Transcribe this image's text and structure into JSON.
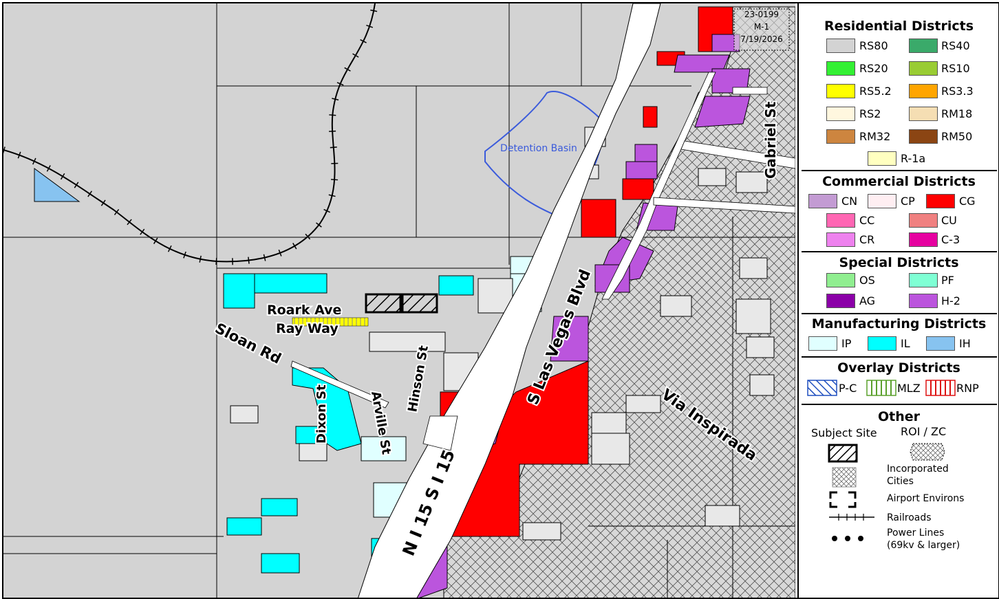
{
  "header": {
    "partial_title": "... y ... ... ... ... g ... y"
  },
  "zones": {
    "RS80": "#d3d3d3",
    "RS40": "#3aaa6a",
    "RS20": "#33f033",
    "RS10": "#99cc33",
    "RS5.2": "#ffff00",
    "RS3.3": "#ffa500",
    "RS2": "#fff7df",
    "RM18": "#f5deb3",
    "RM32": "#cd853f",
    "RM50": "#8b4513",
    "R-1a": "#ffffc0",
    "CN": "#c39bd3",
    "CP": "#ffeef2",
    "CG": "#ff0000",
    "CC": "#ff66b3",
    "CU": "#f08080",
    "CR": "#ee82ee",
    "C-3": "#e600a0",
    "OS": "#90ee90",
    "PF": "#7fffd4",
    "AG": "#8b00a8",
    "H-2": "#bb55dd",
    "IP": "#e0ffff",
    "IL": "#00ffff",
    "IH": "#87c3f0"
  },
  "map": {
    "stamp": {
      "case": "23-0199",
      "zone": "M-1",
      "date": "7/19/2026"
    },
    "detention_basin": "Detention Basin",
    "streets": {
      "roark": "Roark Ave",
      "ray": "Ray Way",
      "sloan": "Sloan Rd",
      "dixon": "Dixon St",
      "arville": "Arville St",
      "hinson": "Hinson St",
      "i15": "N I 15 S I 15",
      "lasvegas": "S Las Vegas Blvd",
      "inspirada": "Via Inspirada",
      "gabriel": "Gabriel St"
    }
  },
  "legend": {
    "residential": {
      "title": "Residential Districts",
      "items": [
        {
          "code": "RS80",
          "color": "#d3d3d3"
        },
        {
          "code": "RS40",
          "color": "#3aaa6a"
        },
        {
          "code": "RS20",
          "color": "#33f033"
        },
        {
          "code": "RS10",
          "color": "#99cc33"
        },
        {
          "code": "RS5.2",
          "color": "#ffff00"
        },
        {
          "code": "RS3.3",
          "color": "#ffa500"
        },
        {
          "code": "RS2",
          "color": "#fff7df"
        },
        {
          "code": "RM18",
          "color": "#f5deb3"
        },
        {
          "code": "RM32",
          "color": "#cd853f"
        },
        {
          "code": "RM50",
          "color": "#8b4513"
        },
        {
          "code": "R-1a",
          "color": "#ffffc0"
        }
      ]
    },
    "commercial": {
      "title": "Commercial Districts",
      "items": [
        {
          "code": "CN",
          "color": "#c39bd3"
        },
        {
          "code": "CP",
          "color": "#ffeef2"
        },
        {
          "code": "CG",
          "color": "#ff0000"
        },
        {
          "code": "CC",
          "color": "#ff66b3"
        },
        {
          "code": "CU",
          "color": "#f08080"
        },
        {
          "code": "CR",
          "color": "#ee82ee"
        },
        {
          "code": "C-3",
          "color": "#e600a0"
        }
      ]
    },
    "special": {
      "title": "Special Districts",
      "items": [
        {
          "code": "OS",
          "color": "#90ee90"
        },
        {
          "code": "PF",
          "color": "#7fffd4"
        },
        {
          "code": "AG",
          "color": "#8b00a8"
        },
        {
          "code": "H-2",
          "color": "#bb55dd"
        }
      ]
    },
    "manufacturing": {
      "title": "Manufacturing Districts",
      "items": [
        {
          "code": "IP",
          "color": "#e0ffff"
        },
        {
          "code": "IL",
          "color": "#00ffff"
        },
        {
          "code": "IH",
          "color": "#87c3f0"
        }
      ]
    },
    "overlay": {
      "title": "Overlay Districts",
      "items": [
        {
          "code": "P-C",
          "pattern": "diagonal-blue"
        },
        {
          "code": "MLZ",
          "pattern": "vertical-green"
        },
        {
          "code": "RNP",
          "pattern": "vertical-red"
        }
      ]
    },
    "other": {
      "title": "Other",
      "subject_site": "Subject Site",
      "roi_zc": "ROI / ZC",
      "incorporated_1": "Incorporated",
      "incorporated_2": "Cities",
      "airport": "Airport Environs",
      "railroads": "Railroads",
      "power_1": "Power Lines",
      "power_2": "(69kv & larger)"
    }
  }
}
